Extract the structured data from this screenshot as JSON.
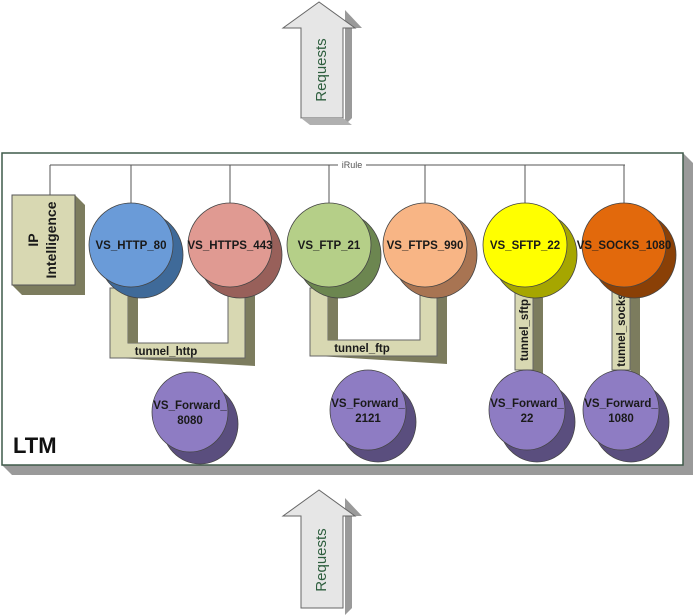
{
  "arrows": {
    "top_label": "Requests",
    "bottom_label": "Requests"
  },
  "ltm": {
    "label": "LTM",
    "irule_label": "iRule"
  },
  "ip_intelligence": {
    "line1": "IP",
    "line2": "Intelligence"
  },
  "virtual_servers": [
    {
      "label": "VS_HTTP_80",
      "color": "#6a9bd8",
      "shadow": "#3f6a99"
    },
    {
      "label": "VS_HTTPS_443",
      "color": "#e09a92",
      "shadow": "#98605a"
    },
    {
      "label": "VS_FTP_21",
      "color": "#b5cf88",
      "shadow": "#6c8650"
    },
    {
      "label": "VS_FTPS_990",
      "color": "#f8b585",
      "shadow": "#a87452"
    },
    {
      "label": "VS_SFTP_22",
      "color": "#ffff00",
      "shadow": "#a6a600"
    },
    {
      "label": "VS_SOCKS_1080",
      "color": "#e2690c",
      "shadow": "#8a4006"
    }
  ],
  "tunnels": {
    "http": "tunnel_http",
    "ftp": "tunnel_ftp",
    "sftp": "tunnel_sftp",
    "socks": "tunnel_socks"
  },
  "forward_servers": [
    {
      "line1": "VS_Forward_",
      "line2": "8080"
    },
    {
      "line1": "VS_Forward_",
      "line2": "2121"
    },
    {
      "line1": "VS_Forward_",
      "line2": "22"
    },
    {
      "line1": "VS_Forward_",
      "line2": "1080"
    }
  ],
  "colors": {
    "tunnel": "#d8d8b2",
    "tunnel_dark": "#7c7c5e",
    "forward": "#8e7cc3",
    "forward_dark": "#5a4e7e"
  }
}
